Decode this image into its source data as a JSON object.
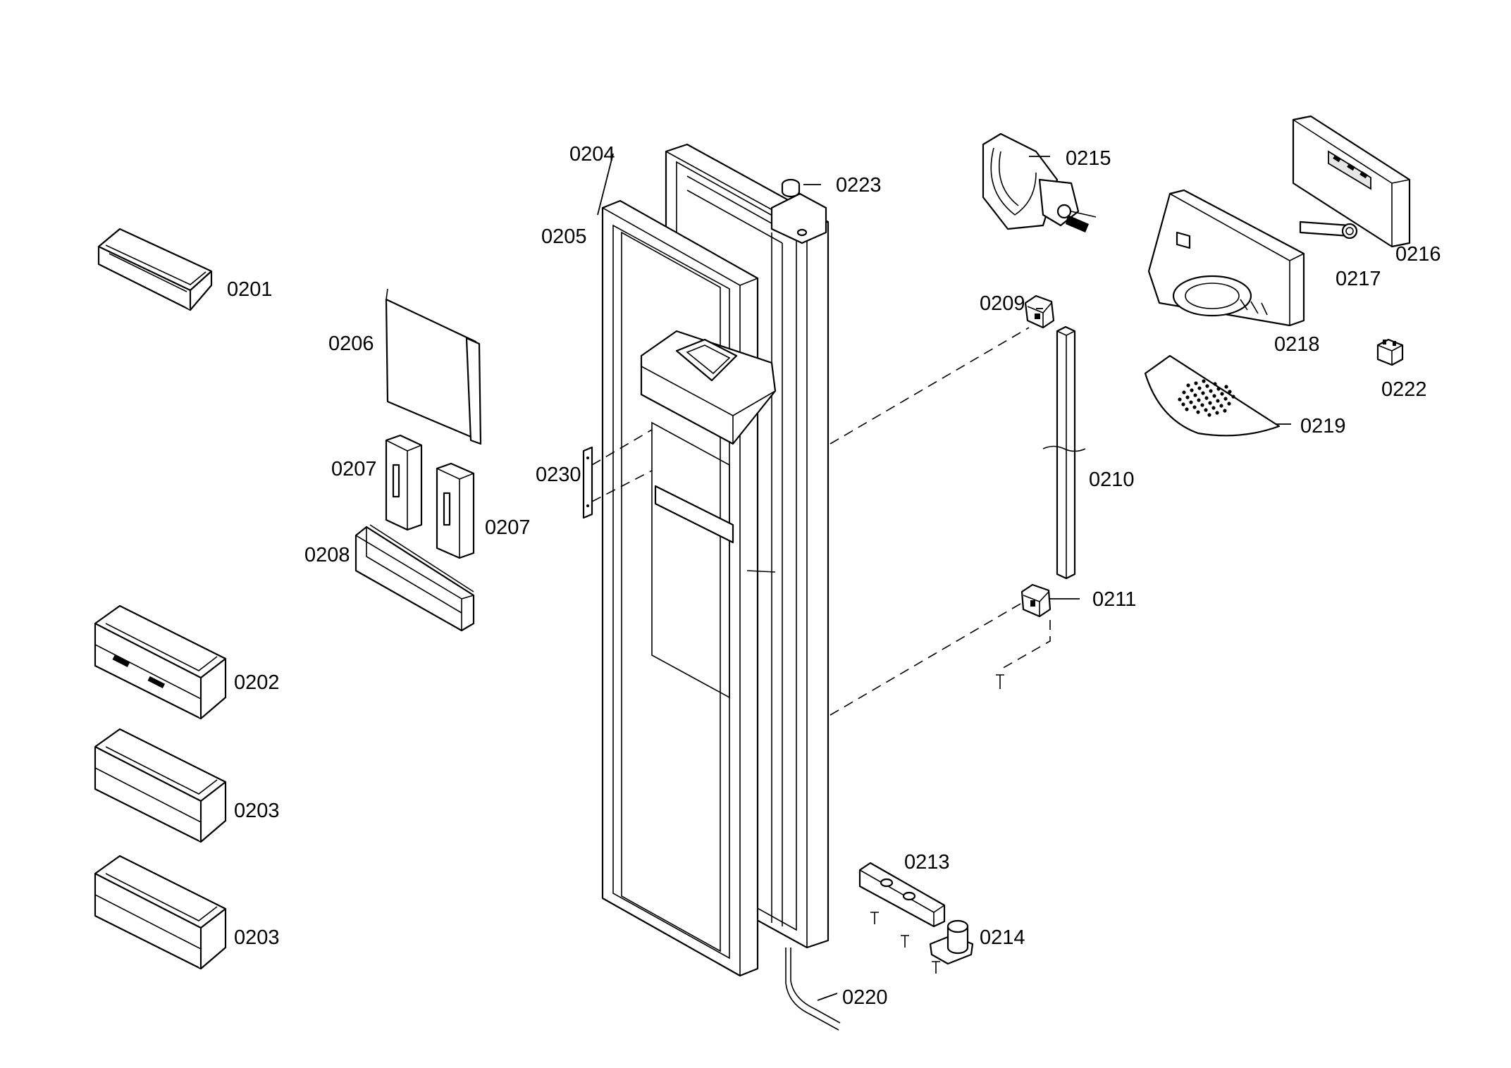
{
  "parts": [
    {
      "id": "p0201",
      "label": "0201"
    },
    {
      "id": "p0202",
      "label": "0202"
    },
    {
      "id": "p0203a",
      "label": "0203"
    },
    {
      "id": "p0203b",
      "label": "0203"
    },
    {
      "id": "p0204",
      "label": "0204"
    },
    {
      "id": "p0205",
      "label": "0205"
    },
    {
      "id": "p0206",
      "label": "0206"
    },
    {
      "id": "p0207a",
      "label": "0207"
    },
    {
      "id": "p0207b",
      "label": "0207"
    },
    {
      "id": "p0208",
      "label": "0208"
    },
    {
      "id": "p0209",
      "label": "0209"
    },
    {
      "id": "p0210",
      "label": "0210"
    },
    {
      "id": "p0211",
      "label": "0211"
    },
    {
      "id": "p0213",
      "label": "0213"
    },
    {
      "id": "p0214",
      "label": "0214"
    },
    {
      "id": "p0215",
      "label": "0215"
    },
    {
      "id": "p0216",
      "label": "0216"
    },
    {
      "id": "p0217",
      "label": "0217"
    },
    {
      "id": "p0218",
      "label": "0218"
    },
    {
      "id": "p0219",
      "label": "0219"
    },
    {
      "id": "p0220",
      "label": "0220"
    },
    {
      "id": "p0222",
      "label": "0222"
    },
    {
      "id": "p0223",
      "label": "0223"
    },
    {
      "id": "p0230",
      "label": "0230"
    }
  ]
}
